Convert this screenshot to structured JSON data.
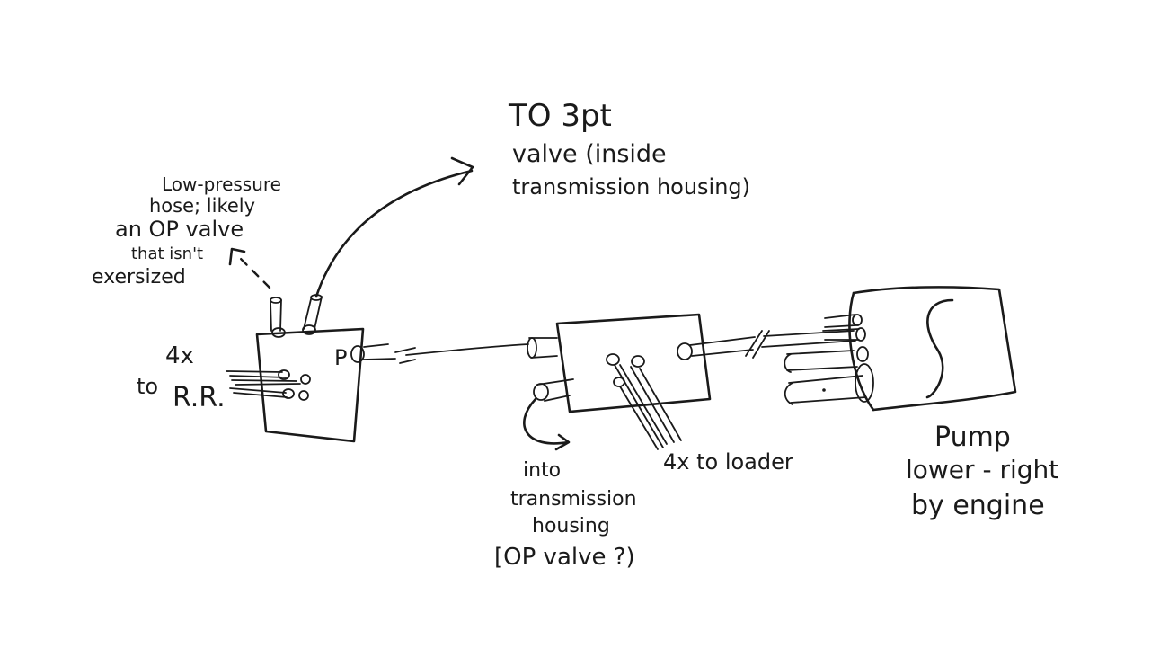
{
  "title": "",
  "colors": {
    "ink": "#1a1a1a",
    "background": "#ffffff"
  },
  "labels": {
    "to_3pt_line1": "TO 3pt",
    "to_3pt_line2": "valve (inside",
    "to_3pt_line3": "transmission housing)",
    "low_pressure_line1": "Low-pressure",
    "low_pressure_line2": "hose; likely",
    "low_pressure_line3": "an OP valve",
    "low_pressure_line4": "that isn't",
    "low_pressure_line5": "exersized",
    "four_x": "4x",
    "to_rr_to": "to",
    "to_rr_rr": "R.R.",
    "port_p": "P",
    "into_line1": "into",
    "into_line2": "transmission",
    "into_line3": "housing",
    "into_line4": "[OP valve ?)",
    "four_x_loader": "4x to loader",
    "pump_line1": "Pump",
    "pump_line2": "lower - right",
    "pump_line3": "by engine"
  }
}
